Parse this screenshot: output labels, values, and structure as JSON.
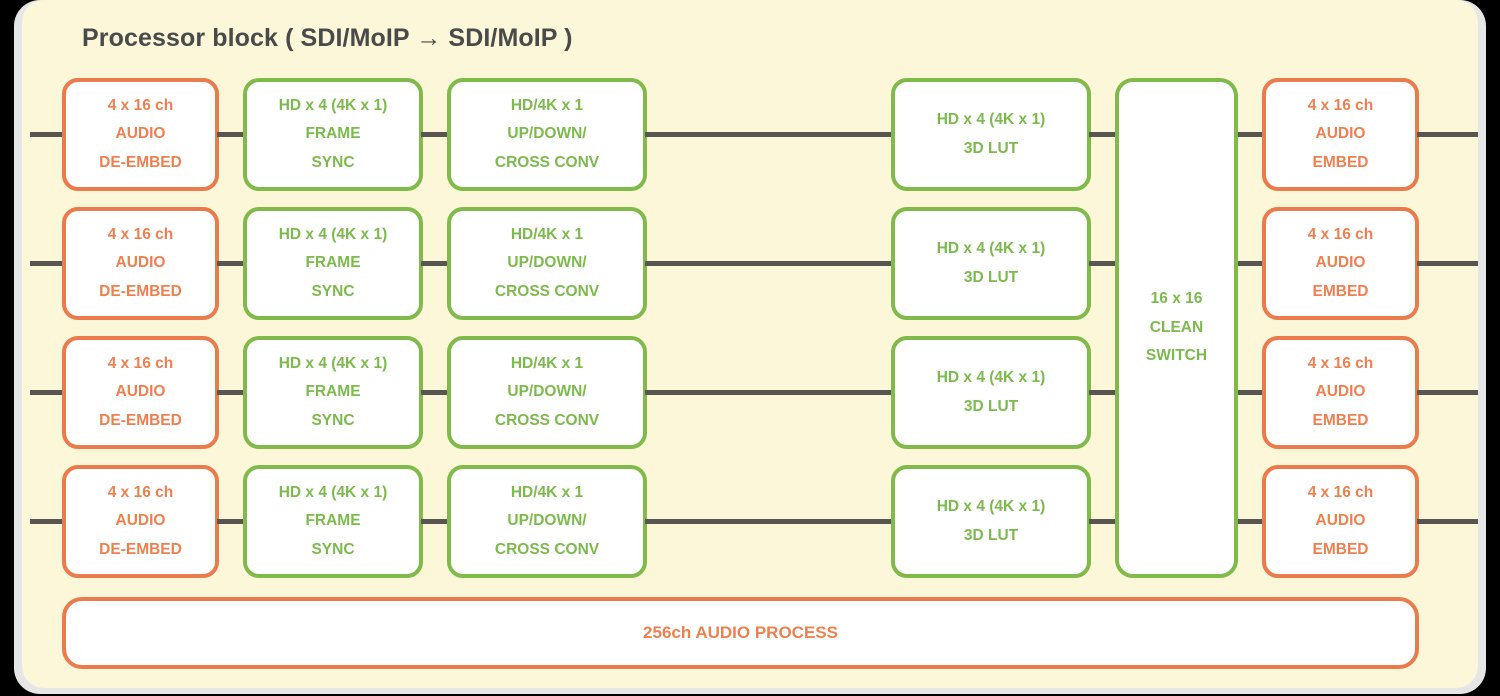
{
  "diagram": {
    "title": "Processor block ( SDI/MoIP → SDI/MoIP )",
    "colors": {
      "panel_background": "#fbf7d8",
      "outer_background": "#000000",
      "frame": "#e6e6e6",
      "orange": "#ee8050",
      "green": "#7cba4d",
      "wire": "#595551",
      "title_text": "#4a4a4a",
      "block_fill": "#ffffff"
    },
    "rows": [
      {
        "deembed": {
          "l1": "4 x 16 ch",
          "l2": "AUDIO",
          "l3": "DE-EMBED"
        },
        "framesync": {
          "l1": "HD x 4 (4K x 1)",
          "l2": "FRAME",
          "l3": "SYNC"
        },
        "conv": {
          "l1": "HD/4K x 1",
          "l2": "UP/DOWN/",
          "l3": "CROSS CONV"
        },
        "lut": {
          "l1": "HD x 4 (4K x 1)",
          "l2": "3D LUT"
        },
        "embed": {
          "l1": "4 x 16 ch",
          "l2": "AUDIO",
          "l3": "EMBED"
        }
      },
      {
        "deembed": {
          "l1": "4 x 16 ch",
          "l2": "AUDIO",
          "l3": "DE-EMBED"
        },
        "framesync": {
          "l1": "HD x 4 (4K x 1)",
          "l2": "FRAME",
          "l3": "SYNC"
        },
        "conv": {
          "l1": "HD/4K x 1",
          "l2": "UP/DOWN/",
          "l3": "CROSS CONV"
        },
        "lut": {
          "l1": "HD x 4 (4K x 1)",
          "l2": "3D LUT"
        },
        "embed": {
          "l1": "4 x 16 ch",
          "l2": "AUDIO",
          "l3": "EMBED"
        }
      },
      {
        "deembed": {
          "l1": "4 x 16 ch",
          "l2": "AUDIO",
          "l3": "DE-EMBED"
        },
        "framesync": {
          "l1": "HD x 4 (4K x 1)",
          "l2": "FRAME",
          "l3": "SYNC"
        },
        "conv": {
          "l1": "HD/4K x 1",
          "l2": "UP/DOWN/",
          "l3": "CROSS CONV"
        },
        "lut": {
          "l1": "HD x 4 (4K x 1)",
          "l2": "3D LUT"
        },
        "embed": {
          "l1": "4 x 16 ch",
          "l2": "AUDIO",
          "l3": "EMBED"
        }
      },
      {
        "deembed": {
          "l1": "4 x 16 ch",
          "l2": "AUDIO",
          "l3": "DE-EMBED"
        },
        "framesync": {
          "l1": "HD x 4 (4K x 1)",
          "l2": "FRAME",
          "l3": "SYNC"
        },
        "conv": {
          "l1": "HD/4K x 1",
          "l2": "UP/DOWN/",
          "l3": "CROSS CONV"
        },
        "lut": {
          "l1": "HD x 4 (4K x 1)",
          "l2": "3D LUT"
        },
        "embed": {
          "l1": "4 x 16 ch",
          "l2": "AUDIO",
          "l3": "EMBED"
        }
      }
    ],
    "clean_switch": {
      "l1": "16 x 16",
      "l2": "CLEAN",
      "l3": "SWITCH"
    },
    "audio_process": {
      "label": "256ch AUDIO PROCESS"
    }
  }
}
